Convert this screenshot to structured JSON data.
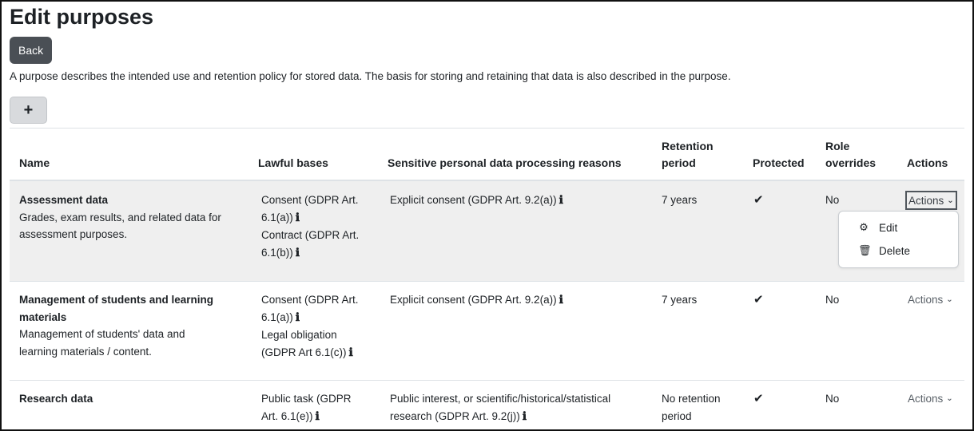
{
  "page": {
    "title": "Edit purposes",
    "back_label": "Back",
    "description": "A purpose describes the intended use and retention policy for stored data. The basis for storing and retaining that data is also described in the purpose.",
    "add_label": "+"
  },
  "table": {
    "headers": {
      "name": "Name",
      "lawful": "Lawful bases",
      "sensitive": "Sensitive personal data processing reasons",
      "retention_1": "Retention",
      "retention_2": "period",
      "protected": "Protected",
      "role_1": "Role",
      "role_2": "overrides",
      "actions": "Actions"
    },
    "rows": [
      {
        "name": "Assessment data",
        "desc_1": "Grades, exam results, and related data for",
        "desc_2": "assessment purposes.",
        "lawful_1a": "Consent (GDPR Art.",
        "lawful_1b": "6.1(a))",
        "lawful_2a": "Contract (GDPR Art.",
        "lawful_2b": "6.1(b))",
        "sensitive_1": "Explicit consent (GDPR Art. 9.2(a))",
        "sensitive_2": "",
        "retention_1": "7 years",
        "retention_2": "",
        "protected": "✔",
        "role": "No",
        "actions": "Actions"
      },
      {
        "name_1": "Management of students and learning",
        "name_2": "materials",
        "desc_1": "Management of students' data and",
        "desc_2": "learning materials / content.",
        "lawful_1a": "Consent (GDPR Art.",
        "lawful_1b": "6.1(a))",
        "lawful_2a": "Legal obligation",
        "lawful_2b": "(GDPR Art 6.1(c))",
        "sensitive_1": "Explicit consent (GDPR Art. 9.2(a))",
        "retention_1": "7 years",
        "protected": "✔",
        "role": "No",
        "actions": "Actions"
      },
      {
        "name": "Research data",
        "lawful_1a": "Public task (GDPR",
        "lawful_1b": "Art. 6.1(e))",
        "sensitive_1": "Public interest, or scientific/historical/statistical",
        "sensitive_2": "research (GDPR Art. 9.2(j))",
        "retention_1": "No retention",
        "retention_2": "period",
        "protected": "✔",
        "role": "No",
        "actions": "Actions"
      }
    ]
  },
  "menu": {
    "edit": "Edit",
    "delete": "Delete"
  },
  "icons": {
    "info": "ℹ",
    "chevron": "⌄",
    "gear": "⚙",
    "trash": "🗑"
  }
}
